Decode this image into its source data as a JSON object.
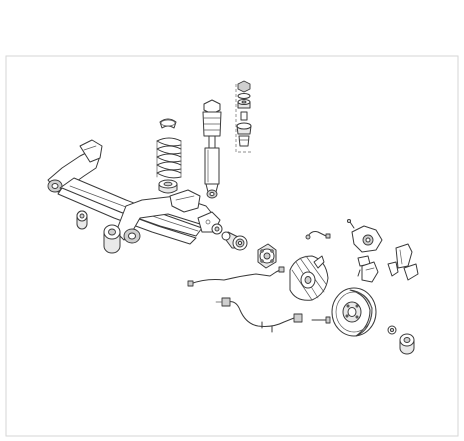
{
  "diagram": {
    "kind": "exploded-parts-drawing",
    "background": "#ffffff",
    "line_color": "#3a3a3a",
    "parts": [
      {
        "name": "rear-axle-beam"
      },
      {
        "name": "spring-upper-seat"
      },
      {
        "name": "coil-spring"
      },
      {
        "name": "spring-lower-seat"
      },
      {
        "name": "shock-absorber"
      },
      {
        "name": "strut-mount-stack"
      },
      {
        "name": "axle-bushings"
      },
      {
        "name": "wheel-bearing"
      },
      {
        "name": "wheel-hub"
      },
      {
        "name": "backing-plate"
      },
      {
        "name": "brake-disc"
      },
      {
        "name": "abs-sensor-cable"
      },
      {
        "name": "brake-caliper"
      },
      {
        "name": "brake-pads"
      },
      {
        "name": "caliper-bracket"
      },
      {
        "name": "small-fittings"
      }
    ]
  }
}
